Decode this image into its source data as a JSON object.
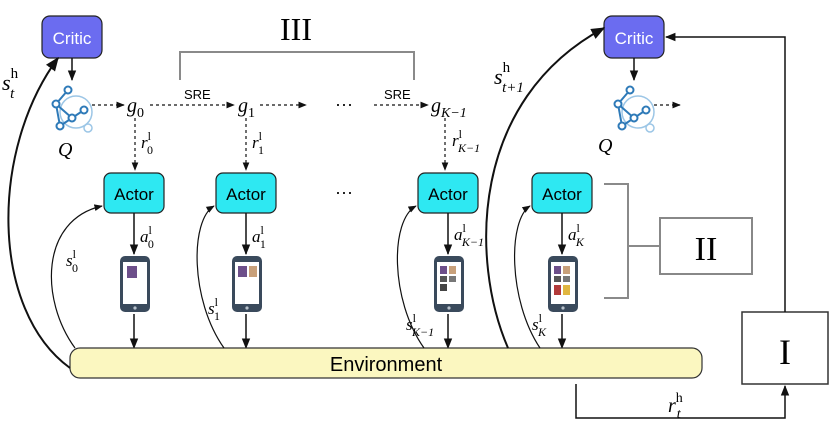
{
  "colors": {
    "critic_fill": "#6b6cf0",
    "actor_fill": "#2ee8f2",
    "environment_fill": "#fbf7c0",
    "line": "#111111",
    "bracket": "#8a8a8a",
    "phone_body": "#3a4a5c",
    "q_icon": "#2e7ab8"
  },
  "critic_left": {
    "label": "Critic",
    "state": {
      "base": "s",
      "sub": "t",
      "sup": "h"
    }
  },
  "critic_right": {
    "label": "Critic",
    "state": {
      "base": "s",
      "sub": "t+1",
      "sup": "h"
    }
  },
  "q_labels": {
    "left": "Q",
    "right": "Q"
  },
  "goals": [
    {
      "base": "g",
      "sub": "0"
    },
    {
      "base": "g",
      "sub": "1"
    },
    {
      "base": "g",
      "sub": "K−1"
    }
  ],
  "sre_labels": [
    "SRE",
    "SRE"
  ],
  "ellipsis": "···",
  "rewards_low": [
    {
      "base": "r",
      "sub": "0",
      "sup": "l"
    },
    {
      "base": "r",
      "sub": "1",
      "sup": "l"
    },
    {
      "base": "r",
      "sub": "K−1",
      "sup": "l"
    }
  ],
  "actors": [
    "Actor",
    "Actor",
    "Actor",
    "Actor"
  ],
  "actions": [
    {
      "base": "a",
      "sub": "0",
      "sup": "l"
    },
    {
      "base": "a",
      "sub": "1",
      "sup": "l"
    },
    {
      "base": "a",
      "sub": "K−1",
      "sup": "l"
    },
    {
      "base": "a",
      "sub": "K",
      "sup": "l"
    }
  ],
  "states_low": [
    {
      "base": "s",
      "sub": "0",
      "sup": "l"
    },
    {
      "base": "s",
      "sub": "1",
      "sup": "l"
    },
    {
      "base": "s",
      "sub": "K−1",
      "sup": "l"
    },
    {
      "base": "s",
      "sub": "K",
      "sup": "l"
    }
  ],
  "environment": {
    "label": "Environment"
  },
  "reward_high": {
    "base": "r",
    "sub": "t",
    "sup": "h"
  },
  "boxes": {
    "one": "I",
    "two": "II",
    "three": "III"
  }
}
